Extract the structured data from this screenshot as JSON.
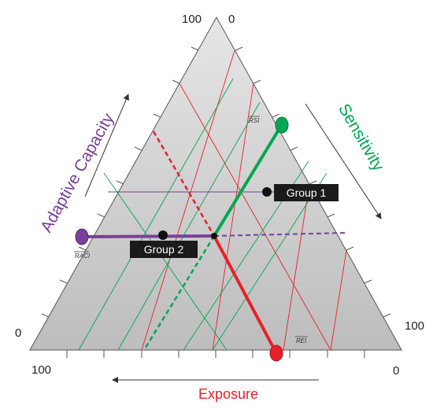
{
  "corner_labels": {
    "top_left": "100",
    "top_right": "0",
    "left_side": "0",
    "right_side": "100",
    "bottom_left": "100",
    "bottom_right": "0"
  },
  "axis_titles": {
    "adaptive_capacity": "Adaptive Capacity",
    "sensitivity": "Sensitivity",
    "exposure": "Exposure"
  },
  "markers": {
    "rsi": "RSI",
    "raci": "RACI",
    "rei": "REI"
  },
  "groups": {
    "group1": "Group 1",
    "group2": "Group 2"
  },
  "colors": {
    "adaptive_capacity": "#7a3f9a",
    "sensitivity": "#00a651",
    "exposure": "#e8202a",
    "triangle_fill": "#c9c9c9",
    "label_box": "#1a1a1a"
  }
}
